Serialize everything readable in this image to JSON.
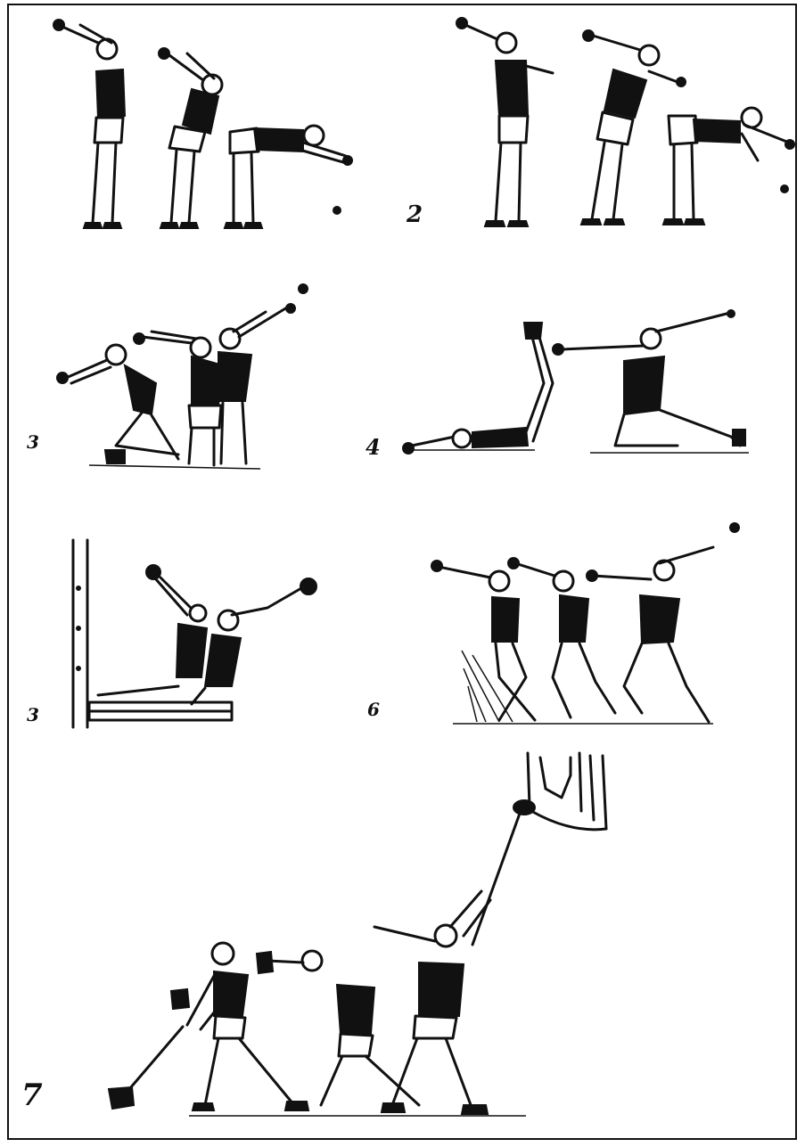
{
  "figure_labels": {
    "fig1": "",
    "fig2": "2",
    "fig3": "3",
    "fig4": "4",
    "fig5": "3",
    "fig6": "6",
    "fig7": "7"
  }
}
